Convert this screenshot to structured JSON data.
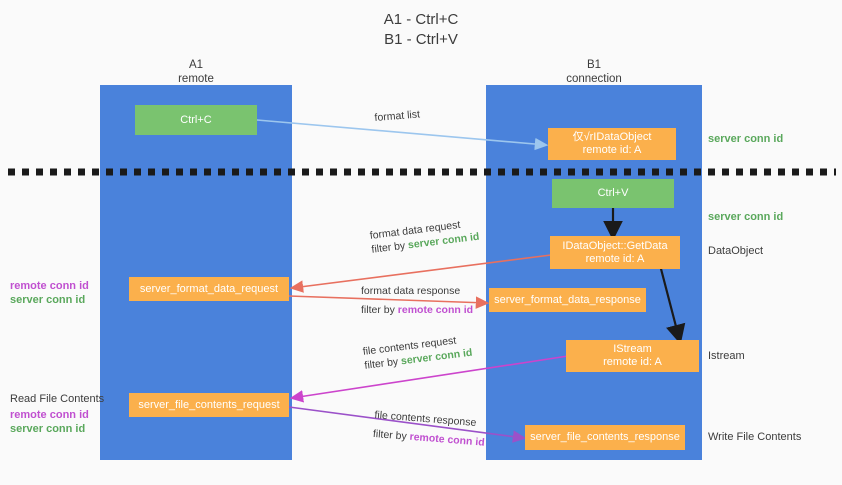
{
  "title": {
    "line1": "A1 - Ctrl+C",
    "line2": "B1 - Ctrl+V"
  },
  "lanes": [
    {
      "name": "A1",
      "sub": "remote"
    },
    {
      "name": "B1",
      "sub": "connection"
    }
  ],
  "boxes": {
    "ctrl_c": "Ctrl+C",
    "ctrl_v": "Ctrl+V",
    "idataobject_l1": "仅√rIDataObject",
    "idataobject_l2": "remote id: A",
    "getdata_l1": "IDataObject::GetData",
    "getdata_l2": "remote id: A",
    "istream_l1": "IStream",
    "istream_l2": "remote id: A",
    "server_format_data_request": "server_format_data_request",
    "server_format_data_response": "server_format_data_response",
    "server_file_contents_request": "server_file_contents_request",
    "server_file_contents_response": "server_file_contents_response"
  },
  "right_labels": {
    "server_conn_id_top": "server conn id",
    "server_conn_id_mid": "server conn id",
    "dataobject": "DataObject",
    "istream": "Istream",
    "write_file_contents": "Write File Contents"
  },
  "left_labels": {
    "remote_conn_id_1": "remote conn id",
    "server_conn_id_1": "server conn id",
    "read_file_contents": "Read File Contents",
    "remote_conn_id_2": "remote conn id",
    "server_conn_id_2": "server conn id"
  },
  "edges": {
    "format_list": "format list",
    "format_data_request": "format data request",
    "format_data_request_filter_prefix": "filter by ",
    "format_data_request_filter_value": "server conn id",
    "format_data_response": "format data response",
    "format_data_response_filter_prefix": "filter by ",
    "format_data_response_filter_value": "remote conn id",
    "file_contents_request": "file contents request",
    "file_contents_request_filter_prefix": "filter by ",
    "file_contents_request_filter_value": "server conn id",
    "file_contents_response": "file contents response",
    "file_contents_response_filter_prefix": "filter by ",
    "file_contents_response_filter_value": "remote conn id"
  },
  "colors": {
    "background": "#fafafa",
    "lane_blue": "#4a82db",
    "box_orange": "#fbb04c",
    "box_green": "#7ac36f",
    "green_text": "#5aa85c",
    "magenta_text": "#c050d0",
    "arrow_lightblue": "#9cc6ee",
    "arrow_red": "#e8705f",
    "arrow_magenta": "#cc44cc",
    "arrow_purple": "#9b51c9",
    "arrow_black": "#1a1a1a",
    "divider": "#1a1a1a",
    "text_dark": "#3c3c3c"
  }
}
